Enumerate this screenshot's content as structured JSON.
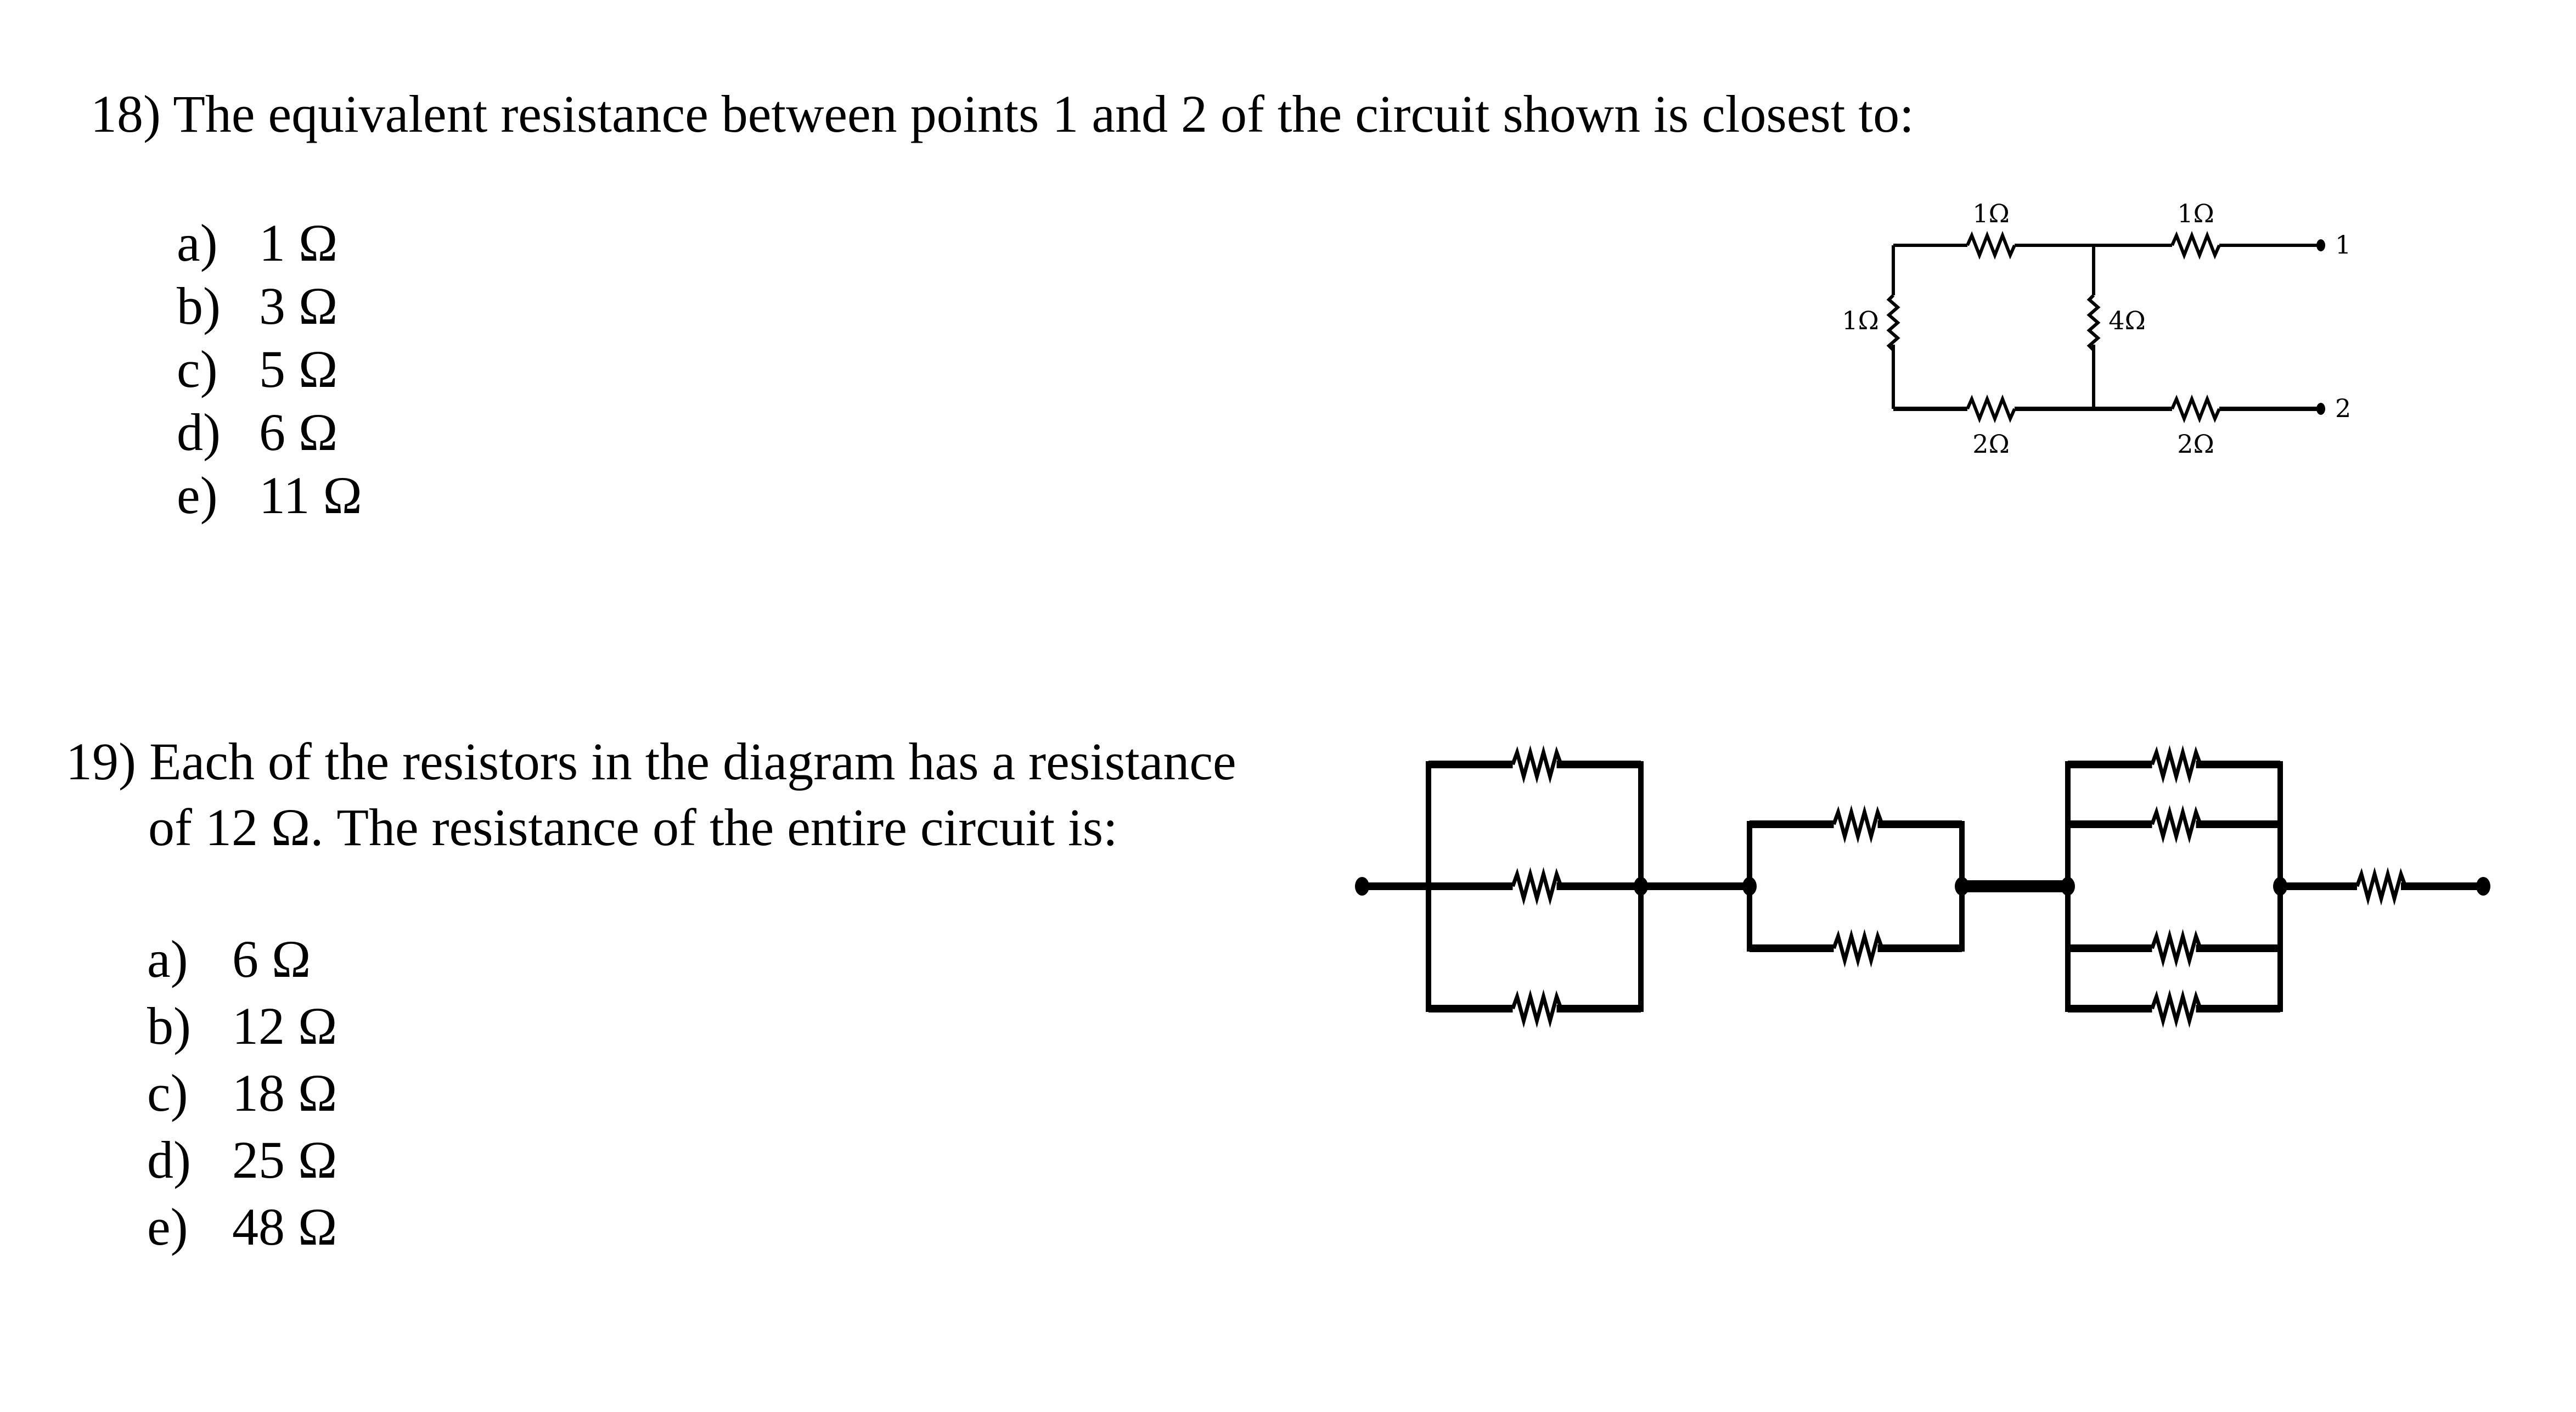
{
  "questions": [
    {
      "number": "18)",
      "text": "The equivalent resistance between points 1 and 2 of the circuit shown is closest to:",
      "options": [
        {
          "letter": "a)",
          "value": "1 Ω"
        },
        {
          "letter": "b)",
          "value": "3 Ω"
        },
        {
          "letter": "c)",
          "value": "5 Ω"
        },
        {
          "letter": "d)",
          "value": "6 Ω"
        },
        {
          "letter": "e)",
          "value": "11 Ω"
        }
      ],
      "circuit": {
        "top_left_resistor": "1Ω",
        "top_right_resistor": "1Ω",
        "left_vertical_resistor": "1Ω",
        "middle_vertical_resistor": "4Ω",
        "bottom_left_resistor": "2Ω",
        "bottom_right_resistor": "2Ω",
        "terminal_1": "1",
        "terminal_2": "2"
      }
    },
    {
      "number": "19)",
      "text_line1": "Each of the resistors in the diagram has a resistance",
      "text_line2": "of 12 Ω. The resistance of the entire circuit is:",
      "options": [
        {
          "letter": "a)",
          "value": "6 Ω"
        },
        {
          "letter": "b)",
          "value": "12 Ω"
        },
        {
          "letter": "c)",
          "value": "18 Ω"
        },
        {
          "letter": "d)",
          "value": "25 Ω"
        },
        {
          "letter": "e)",
          "value": "48 Ω"
        }
      ],
      "circuit": {
        "groups": [
          {
            "type": "parallel",
            "resistors": 3
          },
          {
            "type": "parallel",
            "resistors": 2
          },
          {
            "type": "parallel",
            "resistors": 4
          },
          {
            "type": "series",
            "resistors": 1
          }
        ]
      }
    }
  ]
}
